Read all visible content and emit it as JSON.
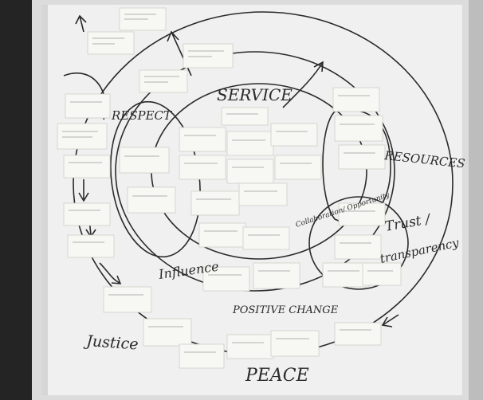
{
  "photo": {
    "kind": "whiteboard-affinity-map",
    "palette": {
      "wall_dark": "#2b2b2b",
      "wall_light": "#cfcfcf",
      "board": "#efefef",
      "board_shadow": "#d9d9d9",
      "ink": "#2a2a2a",
      "sticky": "#f6f6f2",
      "sticky_edge": "#cdcdc8",
      "sticky_text": "#8a8a8a"
    }
  },
  "labels": {
    "respect": "RESPECT",
    "service": "SERVICE",
    "resources": "RESOURCES",
    "trust": "Trust /",
    "transparency": "transparency",
    "influence": "Influence",
    "collaboration": "Collaboration/ Opportunity",
    "positive_change": "POSITIVE CHANGE",
    "justice": "Justice",
    "peace": "PEACE"
  }
}
